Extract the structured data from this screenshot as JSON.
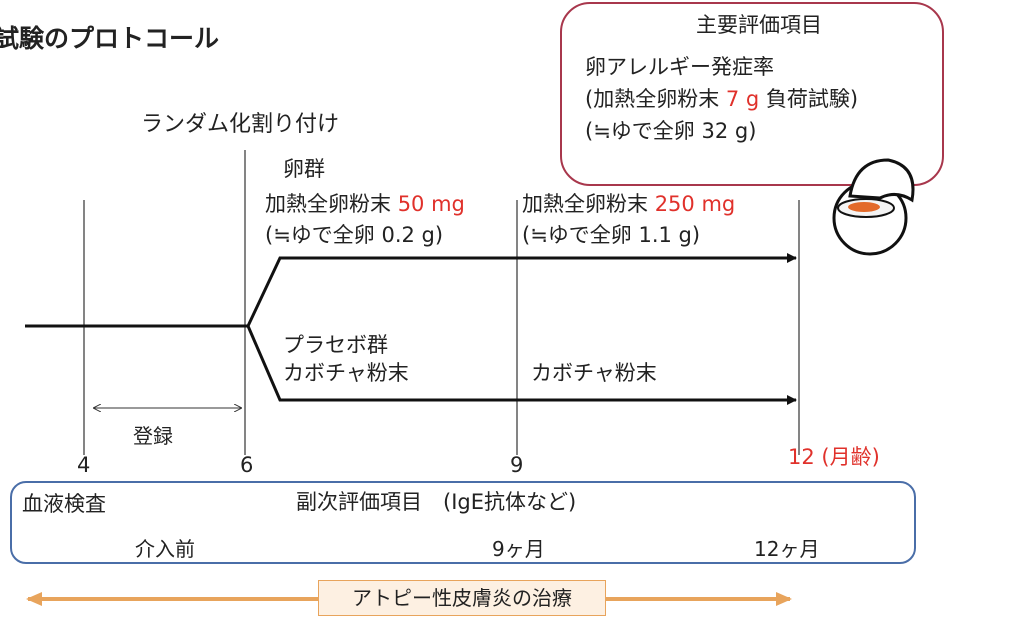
{
  "title": "試験のプロトコール",
  "randomization": "ランダム化割り付け",
  "primary": {
    "heading": "主要評価項目",
    "line1": "卵アレルギー発症率",
    "line2_pre": "(加熱全卵粉末 ",
    "line2_red": "7 g",
    "line2_post": " 負荷試験)",
    "line3": "(≒ゆで全卵 32 g)"
  },
  "egg_group": {
    "name": "卵群",
    "dose1_pre": "加熱全卵粉末 ",
    "dose1_red": "50 mg",
    "dose1_equiv": "(≒ゆで全卵 0.2 g)",
    "dose2_pre": "加熱全卵粉末 ",
    "dose2_red": "250 mg",
    "dose2_equiv": "(≒ゆで全卵 1.1 g)"
  },
  "placebo_group": {
    "name": "プラセボ群",
    "powder1": "カボチャ粉末",
    "powder2": "カボチャ粉末"
  },
  "enroll": "登録",
  "months": {
    "m4": "4",
    "m6": "6",
    "m9": "9",
    "m12": "12 (月齢)"
  },
  "secondary": {
    "blood_test": "血液検査",
    "heading": "副次評価項目　(IgE抗体など)",
    "pre": "介入前",
    "nine": "9ヶ月",
    "twelve": "12ヶ月"
  },
  "atopy": "アトピー性皮膚炎の治療",
  "colors": {
    "highlight": "#e0312b",
    "primary_border": "#a8374c",
    "secondary_border": "#4a6ea8",
    "treatment_arrow": "#e8a45c"
  }
}
